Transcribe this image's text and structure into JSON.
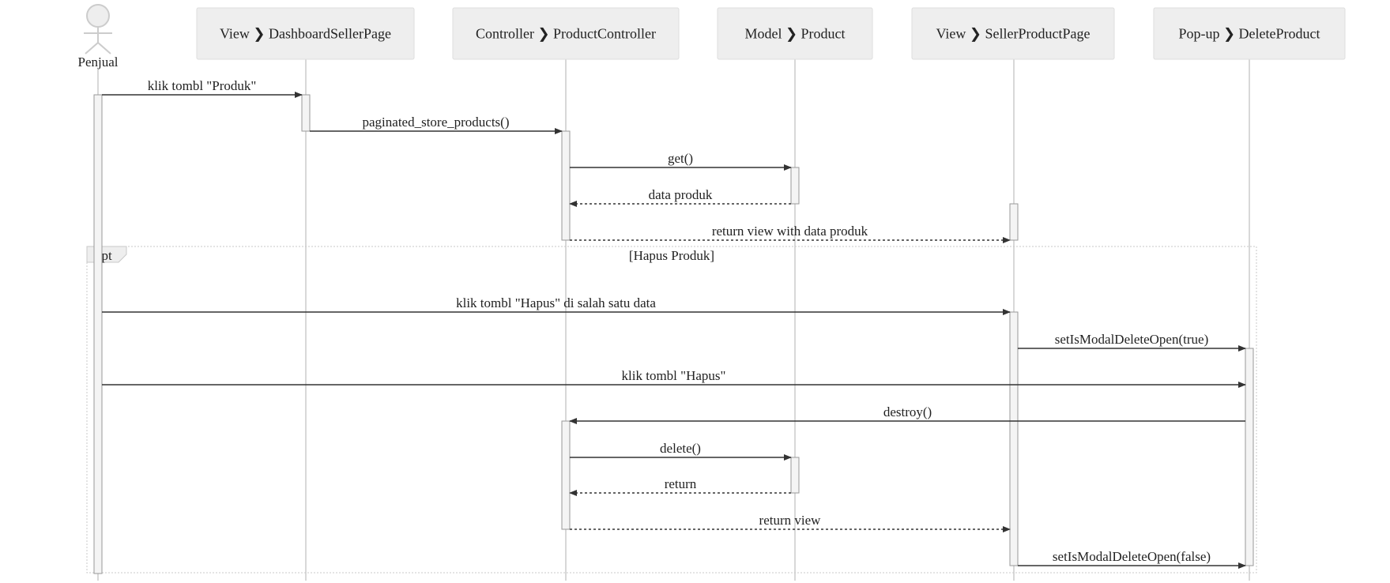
{
  "actor": {
    "name": "Penjual"
  },
  "participants": [
    {
      "id": "dash",
      "kind": "View",
      "name": "DashboardSellerPage"
    },
    {
      "id": "ctrl",
      "kind": "Controller",
      "name": "ProductController"
    },
    {
      "id": "model",
      "kind": "Model",
      "name": "Product"
    },
    {
      "id": "spp",
      "kind": "View",
      "name": "SellerProductPage"
    },
    {
      "id": "pop",
      "kind": "Pop-up",
      "name": "DeleteProduct"
    }
  ],
  "separator": "❯",
  "fragment": {
    "operator": "opt",
    "guard": "[Hapus Produk]"
  },
  "messages": [
    {
      "from": "actor",
      "to": "dash",
      "label": "klik tombl \"Produk\"",
      "type": "sync"
    },
    {
      "from": "dash",
      "to": "ctrl",
      "label": "paginated_store_products()",
      "type": "sync"
    },
    {
      "from": "ctrl",
      "to": "model",
      "label": "get()",
      "type": "sync"
    },
    {
      "from": "model",
      "to": "ctrl",
      "label": "data produk",
      "type": "return"
    },
    {
      "from": "ctrl",
      "to": "spp",
      "label": "return view with data produk",
      "type": "return"
    },
    {
      "from": "actor",
      "to": "spp",
      "label": "klik tombl \"Hapus\" di salah satu data",
      "type": "sync"
    },
    {
      "from": "spp",
      "to": "pop",
      "label": "setIsModalDeleteOpen(true)",
      "type": "sync"
    },
    {
      "from": "actor",
      "to": "pop",
      "label": "klik tombl \"Hapus\"",
      "type": "sync"
    },
    {
      "from": "pop",
      "to": "ctrl",
      "label": "destroy()",
      "type": "sync"
    },
    {
      "from": "ctrl",
      "to": "model",
      "label": "delete()",
      "type": "sync"
    },
    {
      "from": "model",
      "to": "ctrl",
      "label": "return",
      "type": "return"
    },
    {
      "from": "ctrl",
      "to": "spp",
      "label": "return view",
      "type": "return"
    },
    {
      "from": "spp",
      "to": "pop",
      "label": "setIsModalDeleteOpen(false)",
      "type": "sync"
    }
  ],
  "colors": {
    "line": "#333333",
    "lifeline": "#cccccc",
    "box_fill": "#eeeeee",
    "box_border": "#dddddd",
    "activation": "#f4f4f4"
  }
}
